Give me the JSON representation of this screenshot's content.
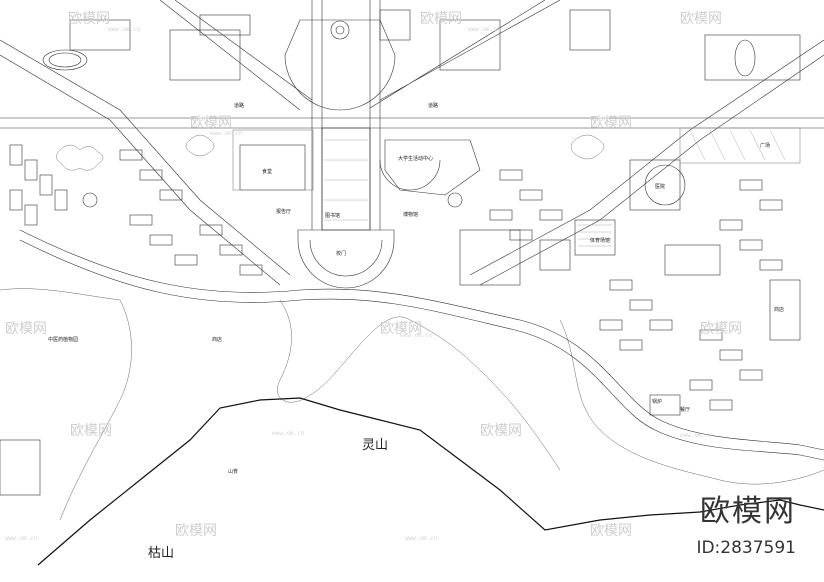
{
  "map": {
    "labels": {
      "lingshan": "灵山",
      "kushan": "枯山",
      "shanji": "山脊",
      "zhongyi_garden": "中医药植物园",
      "dining_hall": "食堂",
      "student_center": "大学生活动中心",
      "library": "图书馆",
      "hospital": "医院",
      "sports_center": "体育场馆",
      "plaza": "广场",
      "canteen_2": "餐厅",
      "boiler": "锅炉",
      "gate": "校门",
      "north_road": "道路",
      "east_road": "道路",
      "museum": "博物馆",
      "hall": "报告厅",
      "shop_left": "商店",
      "shop_right": "商店"
    },
    "watermark": {
      "text": "欧模网",
      "url": "www.om.cn"
    },
    "brand": {
      "name": "欧模网",
      "id": "ID:2837591"
    }
  }
}
